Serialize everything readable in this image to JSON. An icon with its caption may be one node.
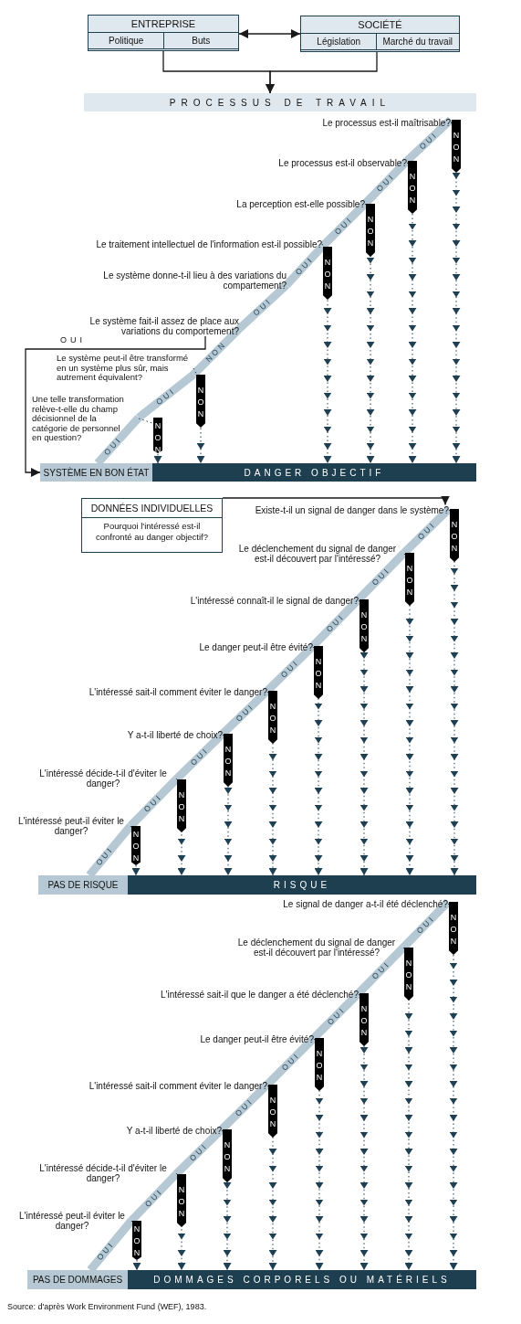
{
  "diagram": {
    "caption": "Source: d'après Work Environment Fund (WEF), 1983.",
    "nodes": [
      {
        "text": [
          "ENTREPRISE"
        ]
      },
      {
        "text": [
          "Politique"
        ],
        "in": 0
      },
      {
        "text": [
          "Buts"
        ],
        "in": 0
      },
      {
        "text": [
          "SOCIÉTÉ"
        ]
      },
      {
        "text": [
          "Législation"
        ],
        "in": 3
      },
      {
        "text": [
          "Marché du travail"
        ],
        "in": 3
      },
      {
        "text": [
          "PROCESSUS DE TRAVAIL"
        ]
      },
      {
        "text": [
          "Le processus est-il maîtrisable?"
        ]
      },
      {
        "text": [
          "Le processus est-il observable?"
        ]
      },
      {
        "text": [
          "La perception est-elle possible?"
        ]
      },
      {
        "text": [
          "Le traitement intellectuel de l'information est-il possible?"
        ]
      },
      {
        "text": [
          "Le système donne-t-il lieu à des variations du compartement?"
        ]
      },
      {
        "text": [
          "Le système fait-il assez de place aux variations du comportement?"
        ]
      },
      {
        "text": [
          "Le système peut-il être transformé en un système plus sûr, mais autrement équivalent?"
        ]
      },
      {
        "text": [
          "Une telle transformation relève-t-elle du champ décisionnel de la catégorie de personnel en question?"
        ]
      },
      {
        "text": [
          "SYSTÈME EN BON ÉTAT"
        ]
      },
      {
        "text": [
          "DANGER OBJECTIF"
        ]
      },
      {
        "text": [
          "DONNÉES INDIVIDUELLES",
          "Pourquoi l'intéressé est-il confronté au danger objectif?"
        ]
      },
      {
        "text": [
          "Existe-t-il un signal de danger dans le système?"
        ]
      },
      {
        "text": [
          "Le déclenchement du signal de danger est-il découvert par l'intéressé?"
        ]
      },
      {
        "text": [
          "L'intéressé connaît-il le signal de danger?"
        ]
      },
      {
        "text": [
          "Le danger peut-il être évité?"
        ]
      },
      {
        "text": [
          "L'intéressé sait-il comment éviter le danger?"
        ]
      },
      {
        "text": [
          "Y a-t-il liberté de choix?"
        ]
      },
      {
        "text": [
          "L'intéressé décide-t-il d'éviter le danger?"
        ]
      },
      {
        "text": [
          "L'intéressé peut-il éviter le danger?"
        ]
      },
      {
        "text": [
          "PAS DE RISQUE"
        ]
      },
      {
        "text": [
          "RISQUE"
        ]
      },
      {
        "text": [
          "Le signal de danger a-t-il été déclenché?"
        ]
      },
      {
        "text": [
          "Le déclenchement du signal de danger est-il découvert par l'intéressé?"
        ]
      },
      {
        "text": [
          "L'intéressé sait-il que le danger a été déclenché?"
        ]
      },
      {
        "text": [
          "Le danger peut-il être évité?"
        ]
      },
      {
        "text": [
          "L'intéressé sait-il comment éviter le danger?"
        ]
      },
      {
        "text": [
          "Y a-t-il liberté de choix?"
        ]
      },
      {
        "text": [
          "L'intéressé décide-t-il d'éviter le danger?"
        ]
      },
      {
        "text": [
          "L'intéressé peut-il éviter le danger?"
        ]
      },
      {
        "text": [
          "PAS DE DOMMAGES"
        ]
      },
      {
        "text": [
          "DOMMAGES CORPORELS OU MATÉRIELS"
        ]
      }
    ],
    "edges": [
      {
        "from": 0,
        "to": 3,
        "arrow": "both",
        "color": "#1a1a1a"
      },
      {
        "from": 0,
        "to": 6,
        "arrow": "to",
        "color": "#1a1a1a"
      },
      {
        "from": 3,
        "to": 6,
        "arrow": "to",
        "color": "#1a1a1a"
      },
      {
        "from": 7,
        "to": 8,
        "arrow": "none",
        "label": "OUI",
        "style": "thick",
        "color": "#b5c8d3"
      },
      {
        "from": 7,
        "to": 16,
        "arrow": "to",
        "label": "NON",
        "style": "dashed",
        "color": "#1f3f52"
      },
      {
        "from": 8,
        "to": 9,
        "arrow": "none",
        "label": "OUI",
        "style": "thick",
        "color": "#b5c8d3"
      },
      {
        "from": 8,
        "to": 16,
        "arrow": "to",
        "label": "NON",
        "style": "dashed",
        "color": "#1f3f52"
      },
      {
        "from": 9,
        "to": 10,
        "arrow": "none",
        "label": "OUI",
        "style": "thick",
        "color": "#b5c8d3"
      },
      {
        "from": 9,
        "to": 16,
        "arrow": "to",
        "label": "NON",
        "style": "dashed",
        "color": "#1f3f52"
      },
      {
        "from": 10,
        "to": 11,
        "arrow": "none",
        "label": "OUI",
        "style": "thick",
        "color": "#b5c8d3"
      },
      {
        "from": 10,
        "to": 16,
        "arrow": "to",
        "label": "NON",
        "style": "dashed",
        "color": "#1f3f52"
      },
      {
        "from": 11,
        "to": 12,
        "arrow": "none",
        "label": "OUI",
        "style": "thick",
        "color": "#b5c8d3"
      },
      {
        "from": 12,
        "to": 13,
        "arrow": "none",
        "label": "NON",
        "style": "thick",
        "color": "#b5c8d3"
      },
      {
        "from": 12,
        "to": 15,
        "arrow": "to",
        "label": "OUI",
        "color": "#1a1a1a"
      },
      {
        "from": 13,
        "to": 14,
        "arrow": "none",
        "label": "OUI",
        "style": "thick",
        "color": "#b5c8d3"
      },
      {
        "from": 13,
        "to": 16,
        "arrow": "to",
        "label": "NON",
        "style": "dashed",
        "color": "#1f3f52"
      },
      {
        "from": 14,
        "to": 15,
        "arrow": "none",
        "label": "OUI",
        "style": "thick",
        "color": "#b5c8d3"
      },
      {
        "from": 14,
        "to": 16,
        "arrow": "to",
        "label": "NON",
        "style": "dashed",
        "color": "#1f3f52"
      },
      {
        "from": 17,
        "to": 18,
        "arrow": "to",
        "color": "#1a1a1a"
      },
      {
        "from": 18,
        "to": 19,
        "arrow": "none",
        "label": "OUI",
        "style": "thick",
        "color": "#b5c8d3"
      },
      {
        "from": 18,
        "to": 27,
        "arrow": "to",
        "label": "NON",
        "style": "dashed",
        "color": "#1f3f52"
      },
      {
        "from": 19,
        "to": 20,
        "arrow": "none",
        "label": "OUI",
        "style": "thick",
        "color": "#b5c8d3"
      },
      {
        "from": 19,
        "to": 27,
        "arrow": "to",
        "label": "NON",
        "style": "dashed",
        "color": "#1f3f52"
      },
      {
        "from": 20,
        "to": 21,
        "arrow": "none",
        "label": "OUI",
        "style": "thick",
        "color": "#b5c8d3"
      },
      {
        "from": 20,
        "to": 27,
        "arrow": "to",
        "label": "NON",
        "style": "dashed",
        "color": "#1f3f52"
      },
      {
        "from": 21,
        "to": 22,
        "arrow": "none",
        "label": "OUI",
        "style": "thick",
        "color": "#b5c8d3"
      },
      {
        "from": 21,
        "to": 27,
        "arrow": "to",
        "label": "NON",
        "style": "dashed",
        "color": "#1f3f52"
      },
      {
        "from": 22,
        "to": 23,
        "arrow": "none",
        "label": "OUI",
        "style": "thick",
        "color": "#b5c8d3"
      },
      {
        "from": 22,
        "to": 27,
        "arrow": "to",
        "label": "NON",
        "style": "dashed",
        "color": "#1f3f52"
      },
      {
        "from": 23,
        "to": 24,
        "arrow": "none",
        "label": "OUI",
        "style": "thick",
        "color": "#b5c8d3"
      },
      {
        "from": 23,
        "to": 27,
        "arrow": "to",
        "label": "NON",
        "style": "dashed",
        "color": "#1f3f52"
      },
      {
        "from": 24,
        "to": 25,
        "arrow": "none",
        "label": "OUI",
        "style": "thick",
        "color": "#b5c8d3"
      },
      {
        "from": 24,
        "to": 27,
        "arrow": "to",
        "label": "NON",
        "style": "dashed",
        "color": "#1f3f52"
      },
      {
        "from": 25,
        "to": 26,
        "arrow": "none",
        "label": "OUI",
        "style": "thick",
        "color": "#b5c8d3"
      },
      {
        "from": 25,
        "to": 27,
        "arrow": "to",
        "label": "NON",
        "style": "dashed",
        "color": "#1f3f52"
      },
      {
        "from": 28,
        "to": 29,
        "arrow": "none",
        "label": "OUI",
        "style": "thick",
        "color": "#b5c8d3"
      },
      {
        "from": 28,
        "to": 37,
        "arrow": "to",
        "label": "NON",
        "style": "dashed",
        "color": "#1f3f52"
      },
      {
        "from": 29,
        "to": 30,
        "arrow": "none",
        "label": "OUI",
        "style": "thick",
        "color": "#b5c8d3"
      },
      {
        "from": 29,
        "to": 37,
        "arrow": "to",
        "label": "NON",
        "style": "dashed",
        "color": "#1f3f52"
      },
      {
        "from": 30,
        "to": 31,
        "arrow": "none",
        "label": "OUI",
        "style": "thick",
        "color": "#b5c8d3"
      },
      {
        "from": 30,
        "to": 37,
        "arrow": "to",
        "label": "NON",
        "style": "dashed",
        "color": "#1f3f52"
      },
      {
        "from": 31,
        "to": 32,
        "arrow": "none",
        "label": "OUI",
        "style": "thick",
        "color": "#b5c8d3"
      },
      {
        "from": 31,
        "to": 37,
        "arrow": "to",
        "label": "NON",
        "style": "dashed",
        "color": "#1f3f52"
      },
      {
        "from": 32,
        "to": 33,
        "arrow": "none",
        "label": "OUI",
        "style": "thick",
        "color": "#b5c8d3"
      },
      {
        "from": 32,
        "to": 37,
        "arrow": "to",
        "label": "NON",
        "style": "dashed",
        "color": "#1f3f52"
      },
      {
        "from": 33,
        "to": 34,
        "arrow": "none",
        "label": "OUI",
        "style": "thick",
        "color": "#b5c8d3"
      },
      {
        "from": 33,
        "to": 37,
        "arrow": "to",
        "label": "NON",
        "style": "dashed",
        "color": "#1f3f52"
      },
      {
        "from": 34,
        "to": 35,
        "arrow": "none",
        "label": "OUI",
        "style": "thick",
        "color": "#b5c8d3"
      },
      {
        "from": 34,
        "to": 37,
        "arrow": "to",
        "label": "NON",
        "style": "dashed",
        "color": "#1f3f52"
      },
      {
        "from": 35,
        "to": 36,
        "arrow": "none",
        "label": "OUI",
        "style": "thick",
        "color": "#b5c8d3"
      },
      {
        "from": 35,
        "to": 37,
        "arrow": "to",
        "label": "NON",
        "style": "dashed",
        "color": "#1f3f52"
      }
    ]
  }
}
